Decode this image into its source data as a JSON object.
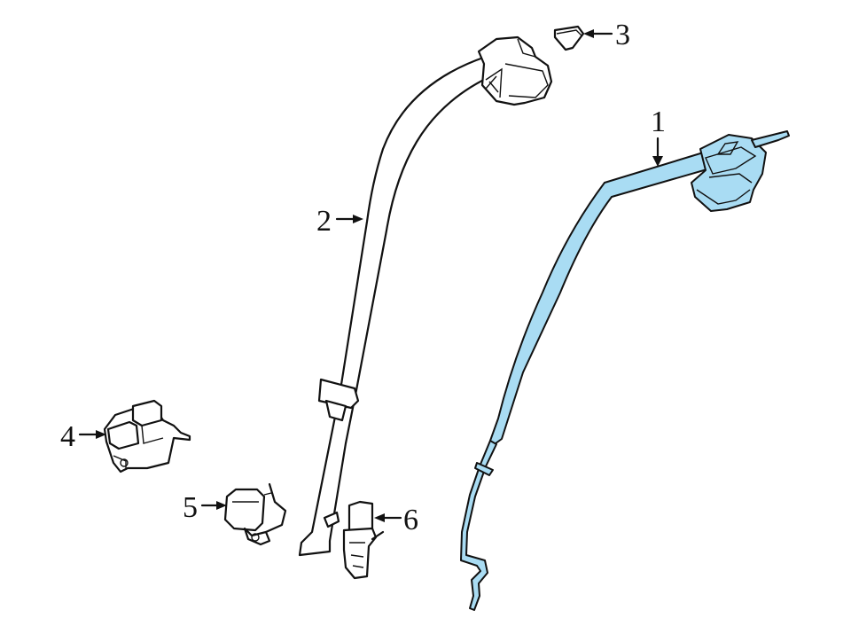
{
  "callouts": {
    "c1": "1",
    "c2": "2",
    "c3": "3",
    "c4": "4",
    "c5": "5",
    "c6": "6"
  },
  "colors": {
    "highlight": "#a9dcf3",
    "line": "#111111",
    "background": "#ffffff"
  }
}
